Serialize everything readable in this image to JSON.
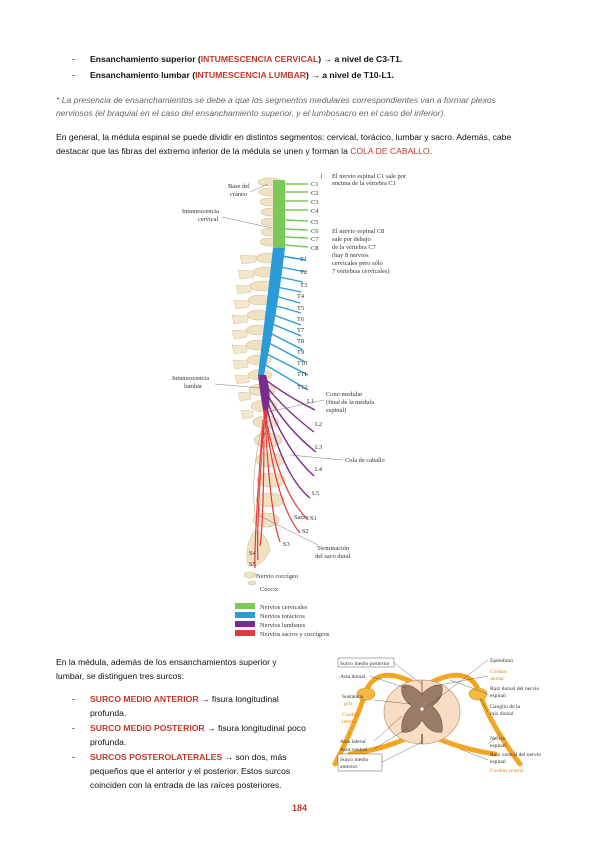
{
  "bullets_top": [
    {
      "prefix": "Ensanchamiento superior (",
      "highlight": "INTUMESCENCIA CERVICAL",
      "suffix": ") → a nivel de C3-T1."
    },
    {
      "prefix": "Ensanchamiento lumbar (",
      "highlight": "INTUMESCENCIA LUMBAR",
      "suffix": ") → a nivel de T10-L1."
    }
  ],
  "note_line1": "* La presencia de ensanchamientos se debe a que los segmentos medulares correspondientes van a formar plexos",
  "note_line2": "nerviosos (el braquial en el caso del ensanchamiento superior, y el lumbosacro en el caso del inferior).",
  "para_line1": "En general, la médula espinal se puede dividir en distintos segmentos: cervical, torácico, lumbar y sacro. Además, cabe",
  "para_line2_prefix": "destacar que las fibras del extremo inferior de la médula se unen y forman la ",
  "para_line2_highlight": "COLA DE CABALLO",
  "para_line2_suffix": ".",
  "spine_figure": {
    "left_labels": [
      "Base del",
      "cráneo",
      "Intumescencia",
      "cervical",
      "Intumescencia",
      "lumbar"
    ],
    "c_levels": [
      "C1",
      "C2",
      "C3",
      "C4",
      "C5",
      "C6",
      "C7",
      "C8"
    ],
    "t_levels": [
      "T1",
      "T2",
      "T3",
      "T4",
      "T5",
      "T6",
      "T7",
      "T8",
      "T9",
      "T10",
      "T11",
      "T12"
    ],
    "l_levels": [
      "L1",
      "L2",
      "L3",
      "L4",
      "L5"
    ],
    "s_levels": [
      "S1",
      "S2",
      "S3",
      "S4",
      "S5"
    ],
    "note_c1": [
      "El nervio espinal C1 sale por",
      "encima de la vértebra C1"
    ],
    "note_c8": [
      "El nervio espinal C8",
      "sale por debajo",
      "de la vértebra C7",
      "(hay 8 nervios",
      "cervicales pero sólo",
      "7 vértebras cervicales)"
    ],
    "cono": [
      "Cono medular",
      "(final de la médula",
      "espinal)"
    ],
    "cola": "Cola de caballo",
    "sacro": "Sacro",
    "terminacion": [
      "Terminación",
      "del saco dural"
    ],
    "coccigeo": "Nervio coccígeo",
    "coccix": "Cóccix",
    "legend": [
      {
        "label": "Nervios cervicales",
        "color": "#7dc85a"
      },
      {
        "label": "Nervios torácicos",
        "color": "#2a9bd6"
      },
      {
        "label": "Nervios lumbares",
        "color": "#7b2a8e"
      },
      {
        "label": "Nervios sacros y coccígeos",
        "color": "#e8383d"
      }
    ]
  },
  "lower_para": [
    "En la médula, además de los ensanchamientos superior y",
    "lumbar, se distinguen tres surcos:"
  ],
  "surcos": [
    {
      "name": "SURCO MEDIO ANTERIOR",
      "desc1": " → fisura longitudinal",
      "desc2": "profunda."
    },
    {
      "name": "SURCO MEDIO POSTERIOR",
      "desc1": " → fisura longitudinal poco",
      "desc2": "profunda."
    },
    {
      "name": "SURCOS POSTEROLATERALES",
      "desc1": " → son dos, más",
      "desc2": "pequeños que el anterior y el posterior. Estos surcos",
      "desc3": "coinciden con la entrada de las raíces posteriores."
    }
  ],
  "cross_section": {
    "labels_left": [
      "Surco medio posterior",
      "Asta dorsal",
      "Sustancia",
      "gris",
      "Cordón",
      "lateral",
      "Asta lateral",
      "Asta ventral",
      "Surco medio",
      "anterior"
    ],
    "labels_right": [
      "Epéndimo",
      "Cordón",
      "dorsal",
      "Raíz dorsal del nervio",
      "espinal",
      "Ganglio de la",
      "raíz dorsal",
      "Nervio",
      "espinal",
      "Raíz ventral del nervio",
      "espinal",
      "Cordón ventral"
    ]
  },
  "page_number": "184"
}
